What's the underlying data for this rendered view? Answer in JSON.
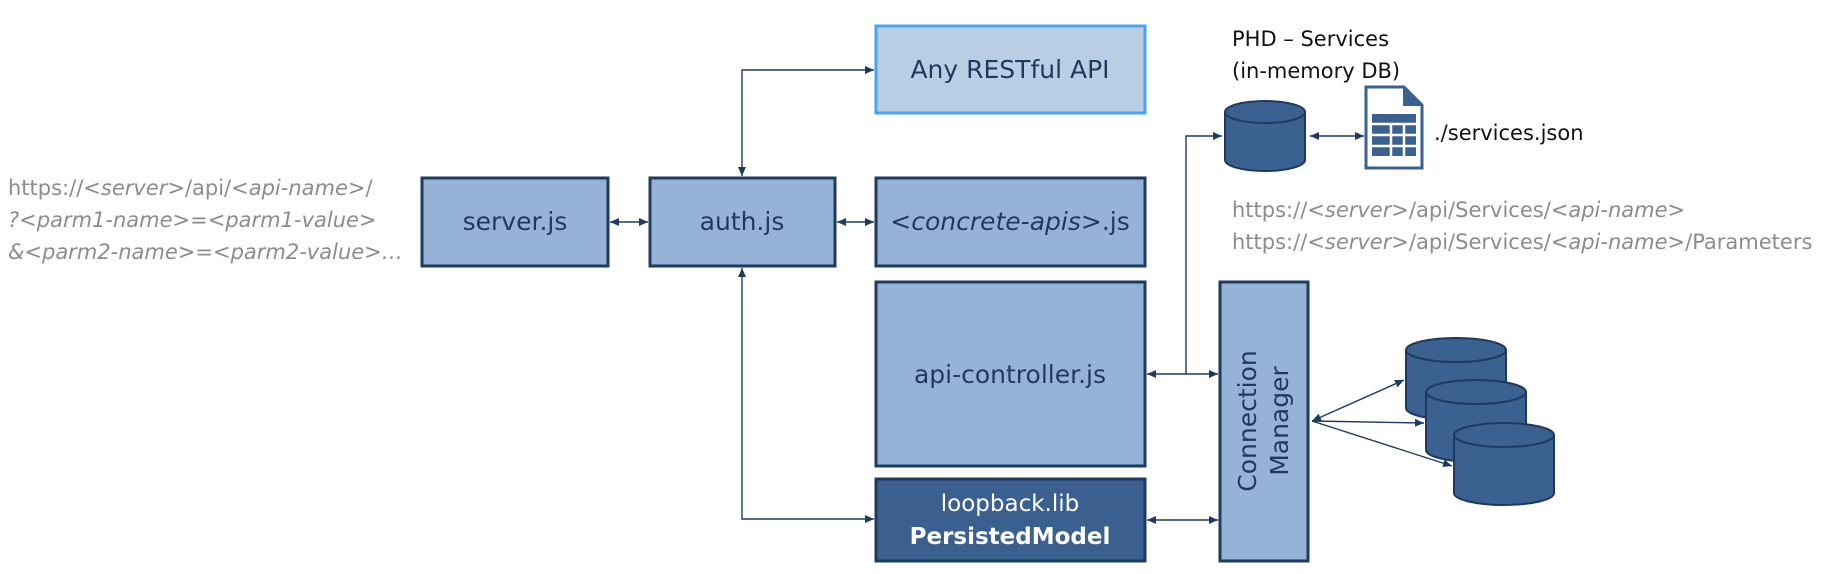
{
  "request_url": {
    "line1": {
      "a": "https://",
      "b": "<server>",
      "c": "/api/",
      "d": "<api-name>",
      "e": "/"
    },
    "line2": {
      "a": "?",
      "b": "<parm1-name>",
      "c": "=",
      "d": "<parm1-value>"
    },
    "line3": {
      "a": "&",
      "b": "<parm2-name>",
      "c": "=",
      "d": "<parm2-value>",
      "e": "…"
    }
  },
  "boxes": {
    "server": "server.js",
    "auth": "auth.js",
    "any_api": "Any RESTful API",
    "concrete": {
      "a": "<concrete-apis>",
      "b": ".js"
    },
    "api_controller": "api-controller.js",
    "loopback": {
      "line1": "loopback.lib",
      "line2": "PersistedModel"
    },
    "connection_manager": {
      "line1": "Connection",
      "line2": "Manager"
    }
  },
  "services": {
    "title_line1": "PHD – Services",
    "title_line2": "(in-memory DB)",
    "file": "./services.json",
    "url1": {
      "a": "https://",
      "b": "<server>",
      "c": "/api/Services/",
      "d": "<api-name>",
      "e": ""
    },
    "url2": {
      "a": "https://",
      "b": "<server>",
      "c": "/api/Services/",
      "d": "<api-name>",
      "e": "/Parameters"
    }
  },
  "colors": {
    "box_light": "#95b3d7",
    "box_pale": "#b9cde5",
    "box_dark": "#3b5f8f",
    "border_dark": "#1f3a5f",
    "border_bright": "#4aa3f0",
    "db_fill": "#3b6190",
    "gray_text": "#8c8c8c"
  },
  "icons": [
    "database-icon",
    "spreadsheet-file-icon",
    "database-stack-icon"
  ]
}
